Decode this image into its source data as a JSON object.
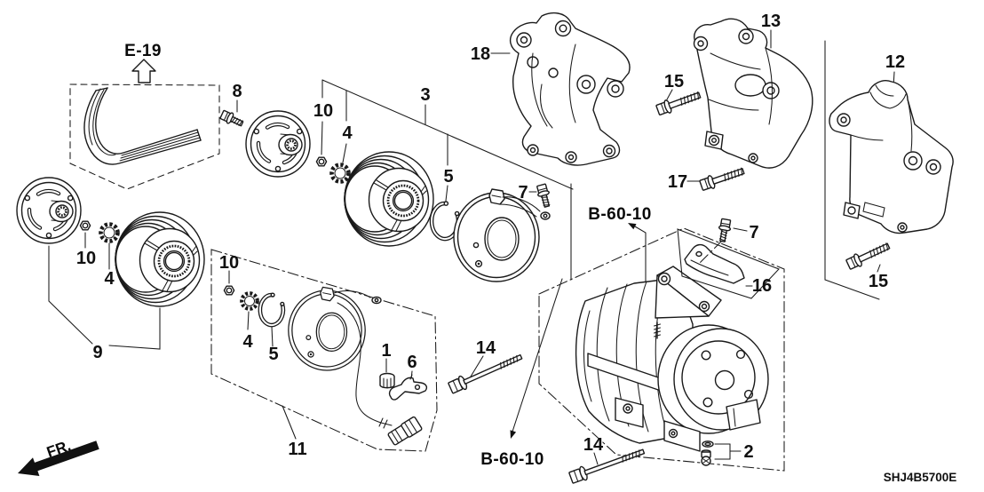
{
  "diagram": {
    "refs": {
      "belt": "E-19",
      "subassembly_top": "B-60-10",
      "subassembly_bottom": "B-60-10",
      "front": "FR.",
      "code": "SHJ4B5700E"
    },
    "colors": {
      "line": "#1a1a1a",
      "background": "#ffffff",
      "text": "#101010"
    }
  },
  "callouts": {
    "c1": "1",
    "c2": "2",
    "c3": "3",
    "c4_left": "4",
    "c4_mid": "4",
    "c4_coil": "4",
    "c5_mid": "5",
    "c5_coil": "5",
    "c6": "6",
    "c7_coil": "7",
    "c7_comp": "7",
    "c8": "8",
    "c9": "9",
    "c10_left": "10",
    "c10_mid": "10",
    "c10_coil": "10",
    "c11": "11",
    "c12": "12",
    "c13": "13",
    "c14_upper": "14",
    "c14_lower": "14",
    "c15_bracket13": "15",
    "c15_bracket12": "15",
    "c16": "16",
    "c17": "17",
    "c18": "18"
  }
}
